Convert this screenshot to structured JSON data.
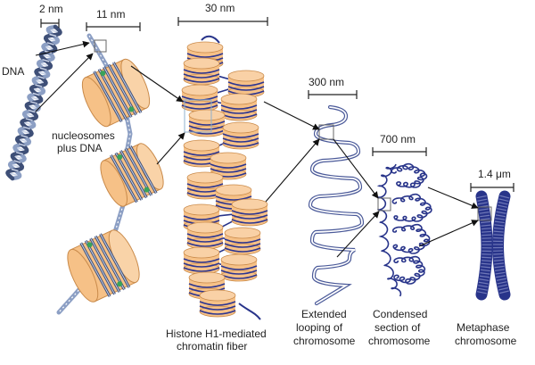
{
  "colors": {
    "dna": "#8c9fc4",
    "dna_dark": "#3e4f77",
    "histone": "#f6c187",
    "histone_edge": "#c98a4a",
    "histone_band": "#2c3591",
    "chromosome": "#28348a",
    "arrow": "#111111",
    "box": "#666666"
  },
  "scale_bars": {
    "dna": "2 nm",
    "nucleosome": "11 nm",
    "fiber": "30 nm",
    "looping": "300 nm",
    "condensed": "700 nm",
    "metaphase": "1.4 μm"
  },
  "labels": {
    "dna": "DNA",
    "nucleosomes": [
      "nucleosomes",
      "plus DNA"
    ],
    "fiber": [
      "Histone H1-mediated",
      "chromatin fiber"
    ],
    "looping": [
      "Extended",
      "looping of",
      "chromosome"
    ],
    "condensed": [
      "Condensed",
      "section of",
      "chromosome"
    ],
    "metaphase": [
      "Metaphase",
      "chromosome"
    ]
  }
}
